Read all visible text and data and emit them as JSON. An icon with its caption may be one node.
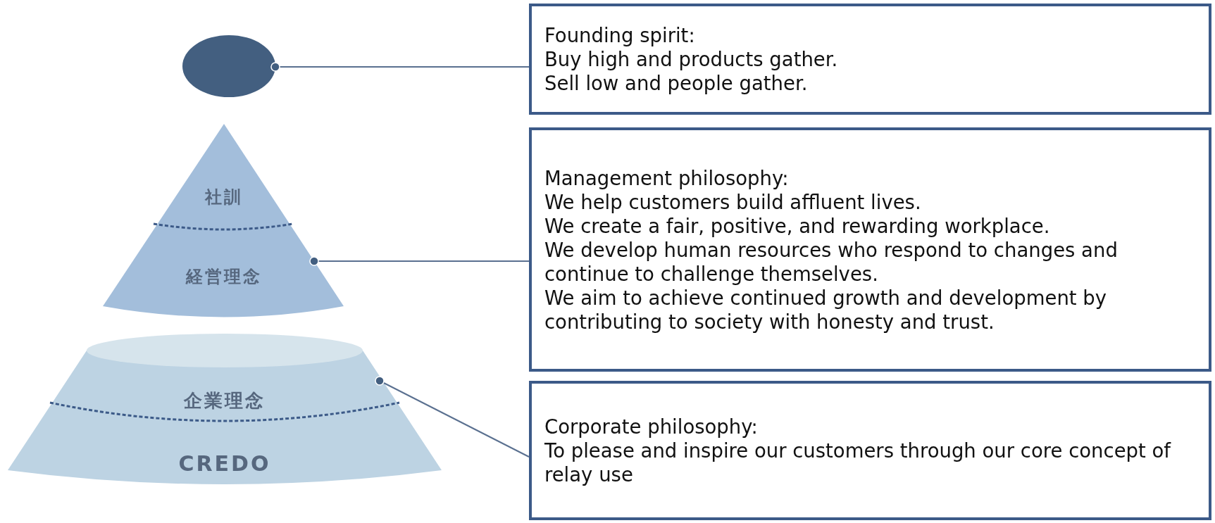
{
  "diagram": {
    "nodes": [
      {
        "text": [],
        "shape": "circle"
      },
      {
        "text": [
          "社訓",
          "経営理念"
        ]
      },
      {
        "text": [
          "企業理念",
          "CREDO"
        ]
      },
      {
        "text": [
          "Founding spirit:",
          "Buy high and products gather.",
          "Sell low and people gather."
        ]
      },
      {
        "text": [
          "Management philosophy:",
          "We help customers build affluent lives.",
          "We create a fair, positive, and rewarding workplace.",
          "We develop human resources who respond to changes and continue to challenge themselves.",
          "We aim to achieve continued growth and development by contributing to society with honesty and trust."
        ]
      },
      {
        "text": [
          "Corporate philosophy:",
          "To please and inspire our customers through our core concept of relay use"
        ]
      }
    ],
    "edges": [
      {
        "from": 0,
        "to": 3,
        "arrow": "other"
      },
      {
        "from": 1,
        "to": 4,
        "arrow": "other"
      },
      {
        "from": 2,
        "to": 5,
        "arrow": "other"
      }
    ]
  }
}
